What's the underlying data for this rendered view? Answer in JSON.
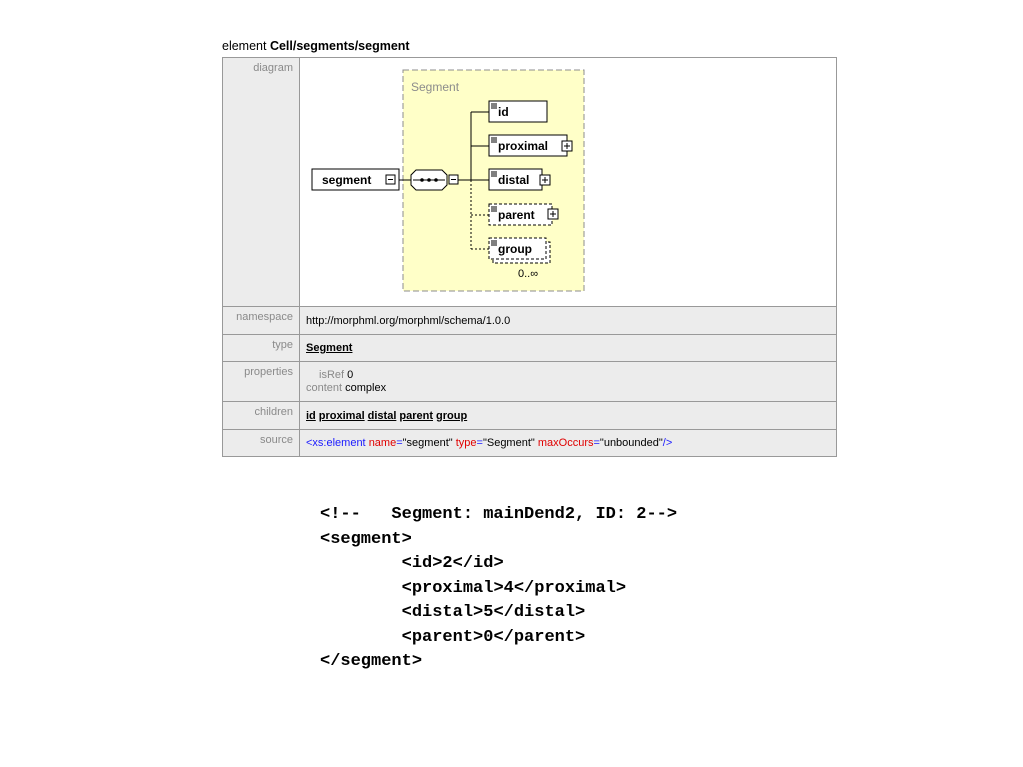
{
  "heading": {
    "prefix": "element ",
    "path": "Cell/segments/segment"
  },
  "diagram": {
    "label": "diagram",
    "group_title": "Segment",
    "element_name": "segment",
    "children": [
      "id",
      "proximal",
      "distal",
      "parent",
      "group"
    ],
    "group_multiplicity": "0..∞"
  },
  "rows": {
    "namespace": {
      "label": "namespace",
      "value": "http://morphml.org/morphml/schema/1.0.0"
    },
    "type": {
      "label": "type",
      "value": "Segment"
    },
    "properties": {
      "label": "properties",
      "items": [
        {
          "key": "isRef",
          "value": "0"
        },
        {
          "key": "content",
          "value": "complex"
        }
      ]
    },
    "children": {
      "label": "children",
      "links": [
        "id",
        "proximal",
        "distal",
        "parent",
        "group"
      ]
    },
    "source": {
      "label": "source",
      "tag_open": "<xs:element",
      "attr1_name": "name",
      "attr1_value": "\"segment\"",
      "attr2_name": "type",
      "attr2_value": "\"Segment\"",
      "attr3_name": "maxOccurs",
      "attr3_value": "\"unbounded\"",
      "tag_close": "/>"
    }
  },
  "xml_example": {
    "comment": "<!--   Segment: mainDend2, ID: 2-->",
    "open": "<segment>",
    "lines": [
      "<id>2</id>",
      "<proximal>4</proximal>",
      "<distal>5</distal>",
      "<parent>0</parent>"
    ],
    "close": "</segment>"
  }
}
